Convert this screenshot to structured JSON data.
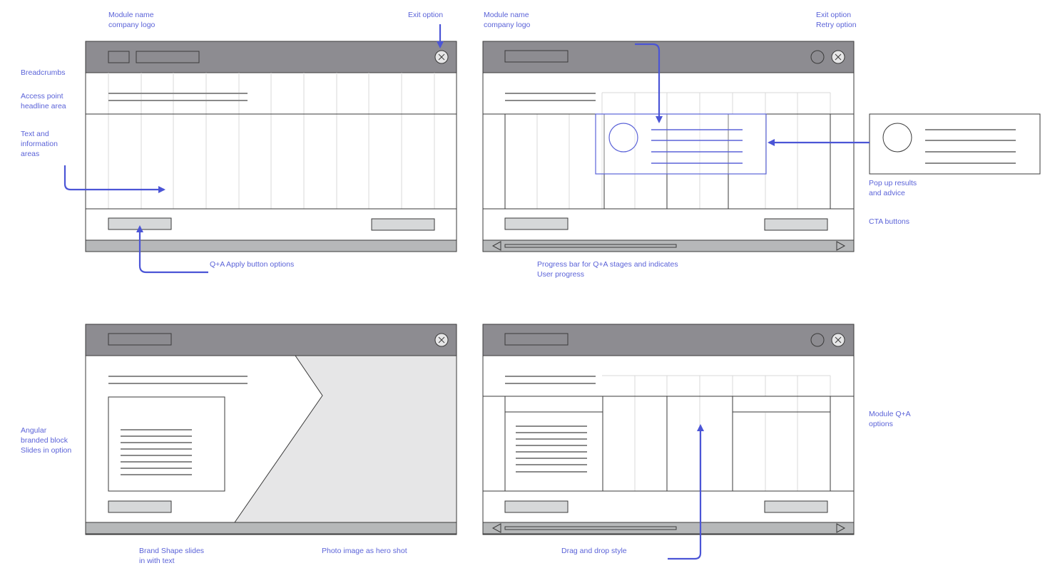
{
  "colors": {
    "annotation": "#5b63d8",
    "arrow": "#4b55d6",
    "titlebar": "#8d8c91",
    "footer_bar": "#b6b8b9",
    "button_fill": "#d6d8d9",
    "outline": "#3a3a3a",
    "grid": "#d9d9d9",
    "hero_fill": "#e6e6e7"
  },
  "annotations": {
    "w1_module_name": "Module name\ncompany logo",
    "w1_exit": "Exit option",
    "breadcrumbs": "Breadcrumbs",
    "access_point": "Access point\nheadline area",
    "text_info": "Text and\ninformation\nareas",
    "apply_buttons": "Q+A  Apply button options",
    "w2_module_name": "Module name\ncompany logo",
    "w2_exit_retry": "Exit option\nRetry option",
    "popup_results": "Pop up results\nand advice",
    "cta_buttons": "CTA buttons",
    "progress_bar": "Progress bar for Q+A stages and indicates\nUser progress",
    "angular_block": "Angular\nbranded block\nSlides in option",
    "brand_shape": "Brand Shape slides\nin with text",
    "photo_hero": "Photo image as hero shot",
    "module_qa": "Module Q+A\noptions",
    "drag_drop": "Drag and drop style"
  },
  "icons": [
    "close-icon",
    "retry-icon",
    "arrow-left-icon",
    "arrow-right-icon",
    "avatar-circle-icon"
  ]
}
